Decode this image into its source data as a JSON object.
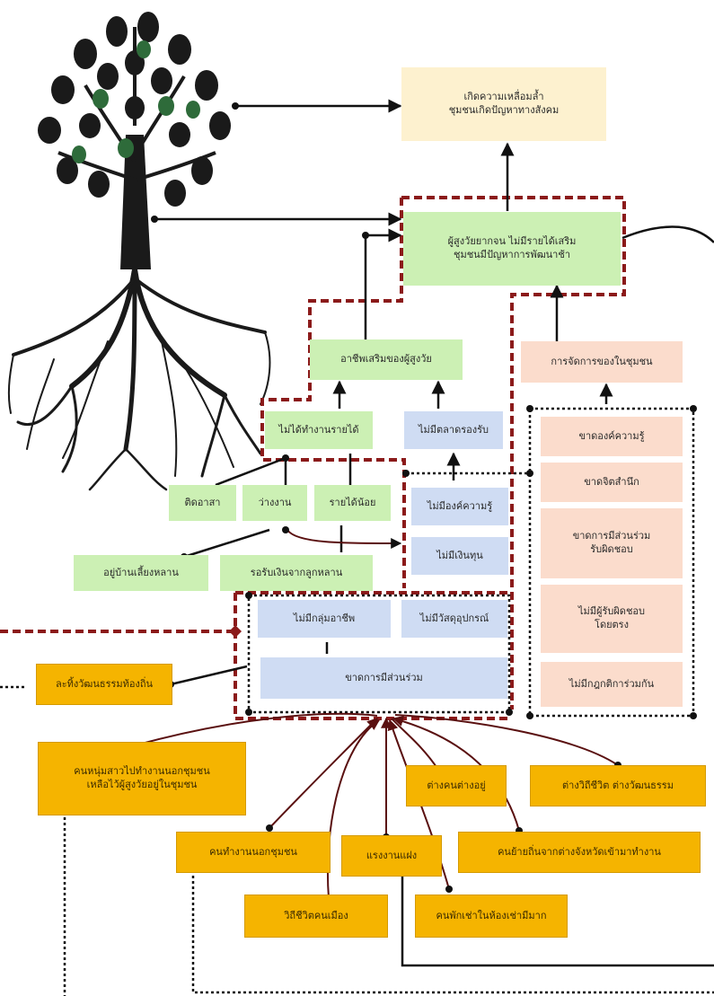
{
  "top_box": "เกิดความเหลื่อมล้ำ\nชุมชนเกิดปัญหาทางสังคม",
  "core_box": "ผู้สูงวัยยากจน ไม่มีรายได้เสริม\nชุมชนมีปัญหาการพัฒนาช้า",
  "mid_green_box": "อาชีพเสริมของผู้สูงวัย",
  "green_nojob": "ไม่ได้ทำงานรายได้",
  "blue_nomarket": "ไม่มีตลาดรองรับ",
  "green_row": [
    "ติดอาสา",
    "ว่างงาน",
    "รายได้น้อย"
  ],
  "green_bottom": [
    "อยู่บ้านเลี้ยงหลาน",
    "รอรับเงินจากลูกหลาน"
  ],
  "blue_stack": [
    "ไม่มีองค์ความรู้",
    "ไม่มีเงินทุน"
  ],
  "blue_lower_left": "ไม่มีกลุ่มอาชีพ",
  "blue_lower_right": "ไม่มีวัสดุอุปกรณ์",
  "blue_wide": "ขาดการมีส่วนร่วม",
  "peach_top": "การจัดการของในชุมชน",
  "peach_list": [
    "ขาดองค์ความรู้",
    "ขาดจิตสำนึก",
    "ขาดการมีส่วนร่วม\nรับผิดชอบ",
    "ไม่มีผู้รับผิดชอบ\nโดยตรง",
    "ไม่มีกฎกติการ่วมกัน"
  ],
  "gold": {
    "tradition": "ละทิ้งวัฒนธรรมท้องถิ่น",
    "young_leave": "คนหนุ่มสาวไปทำงานนอกชุมชน\nเหลือไว้ผู้สูงวัยอยู่ในชุมชน",
    "differ_place": "ต่างคนต่างอยู่",
    "differ_way": "ต่างวิถีชีวิต ต่างวัฒนธรรม",
    "work_out": "คนทำงานนอกชุมชน",
    "labor": "แรงงานแฝง",
    "migrants": "คนย้ายถิ่นจากต่างจังหวัดเข้ามาทำงาน",
    "city_life": "วิถีชีวิตคนเมือง",
    "rent": "คนพักเช่าในห้องเช่ามีมาก"
  },
  "colors": {
    "cream": "#fdf1cf",
    "green": "#ccf0b4",
    "blue": "#cfdcf3",
    "peach": "#fbdccc",
    "gold": "#f5b400",
    "dark_red": "#8b1a1a",
    "line": "#000000",
    "tree": "#1a1a1a",
    "leaf": "#2e6b3a"
  }
}
